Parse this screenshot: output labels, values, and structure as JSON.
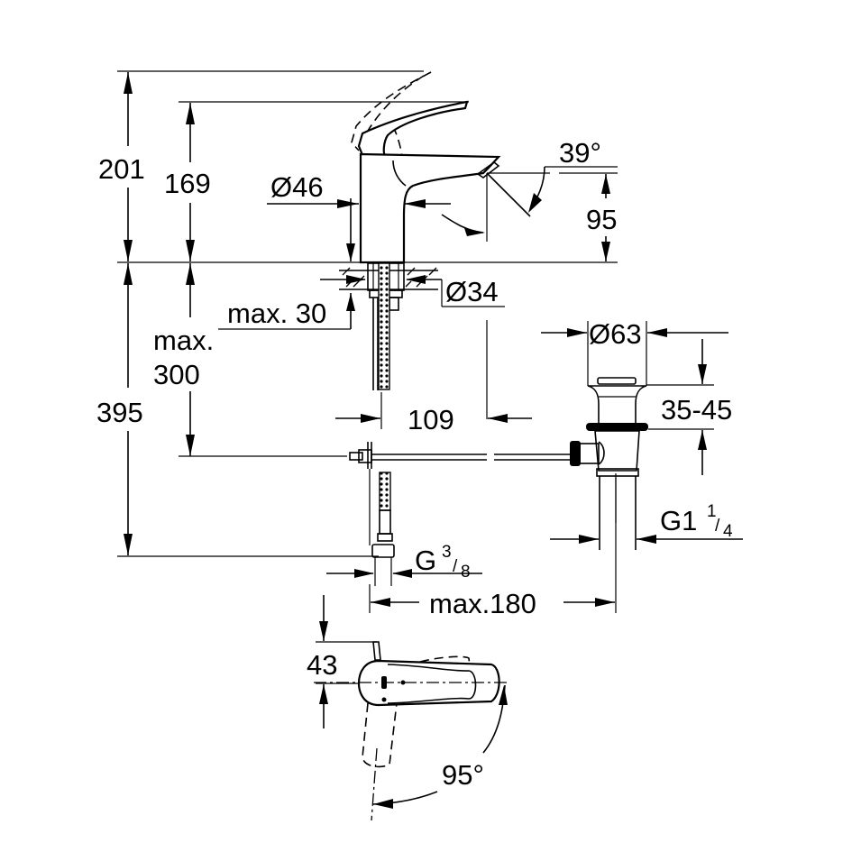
{
  "drawing": {
    "title": "Basin mixer technical dimension drawing",
    "line_color": "#000000",
    "background": "#ffffff",
    "dimensions": {
      "total_height": "201",
      "height_to_lever": "169",
      "body_diameter": "Ø46",
      "spout_angle": "39°",
      "spout_height": "95",
      "mounting_hole": "Ø34",
      "deck_thickness": "max. 30",
      "hose_length_label_1": "max.",
      "hose_length_label_2": "300",
      "overall_height": "395",
      "spout_projection": "109",
      "waste_diameter": "Ø63",
      "waste_range": "35-45",
      "waste_thread_main": "G1",
      "waste_thread_num": "1",
      "waste_thread_den": "4",
      "supply_thread_main": "G",
      "supply_thread_num": "3",
      "supply_thread_den": "8",
      "waste_to_supply": "max.180",
      "lever_offset": "43",
      "lever_rotation": "95°"
    }
  }
}
